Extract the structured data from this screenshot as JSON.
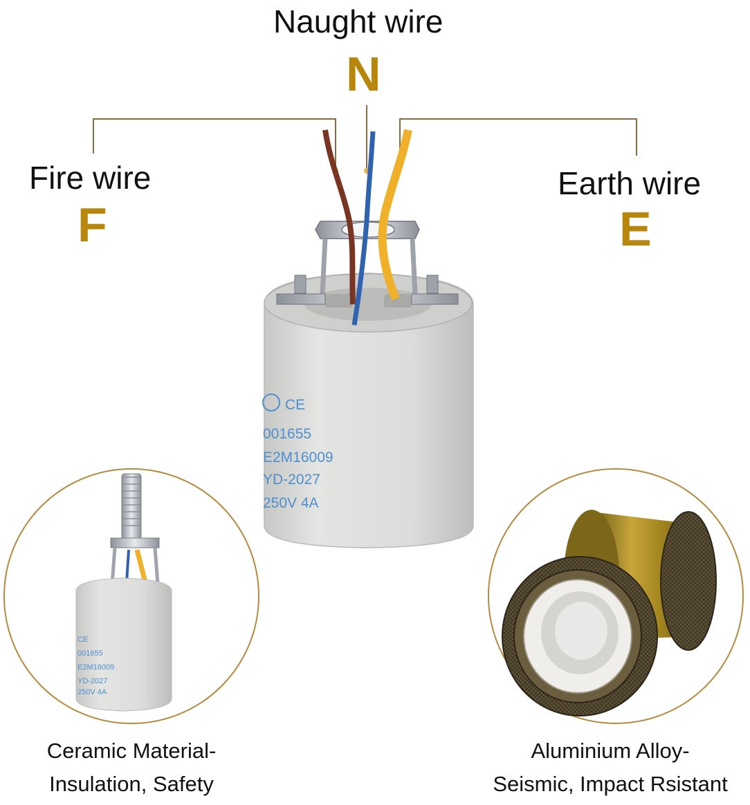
{
  "labels": {
    "naught": {
      "title": "Naught wire",
      "letter": "N"
    },
    "fire": {
      "title": "Fire wire",
      "letter": "F"
    },
    "earth": {
      "title": "Earth wire",
      "letter": "E"
    }
  },
  "socket_text": {
    "ce": "CE",
    "line1": "001655",
    "line2": "E2M16009",
    "line3": "YD-2027",
    "line4": "250V 4A"
  },
  "captions": {
    "left": {
      "line1": "Ceramic Material-",
      "line2": "Insulation, Safety"
    },
    "right": {
      "line1": "Aluminium Alloy-",
      "line2": "Seismic, Impact Rsistant"
    }
  },
  "colors": {
    "accent": "#b8860b",
    "leader": "#8a6a3a",
    "wire_brown": "#7a3522",
    "wire_blue": "#2f63b0",
    "wire_yellow": "#f0b02a",
    "ceramic": "#dcdcdb",
    "brass": "#a8891f",
    "print_blue": "#4d8fcf"
  }
}
